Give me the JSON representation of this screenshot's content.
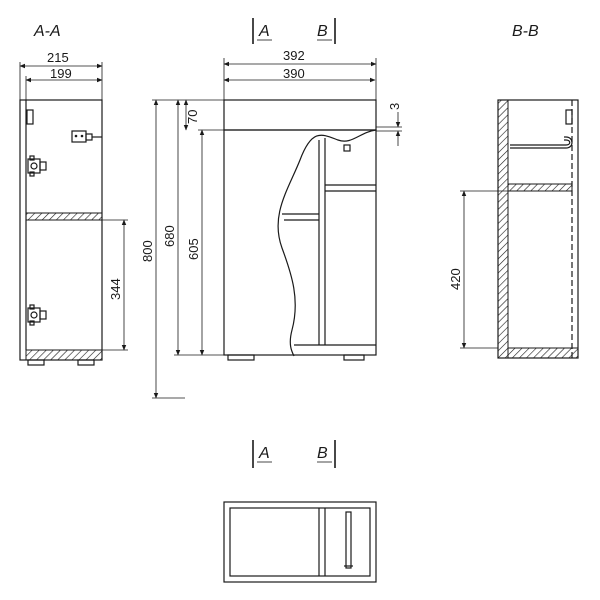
{
  "section_labels": {
    "aa": "A-A",
    "bb": "B-B",
    "front_a": "A",
    "front_b": "B",
    "plan_a": "A",
    "plan_b": "B"
  },
  "dimensions": {
    "aa_depth_outer": "215",
    "aa_depth_inner": "199",
    "aa_shelf_height": "344",
    "front_width_outer": "392",
    "front_width_inner": "390",
    "front_total_height": "800",
    "front_body_height": "680",
    "front_door_height": "605",
    "front_top_rail": "70",
    "front_gap": "3",
    "bb_shelf_height": "420"
  }
}
